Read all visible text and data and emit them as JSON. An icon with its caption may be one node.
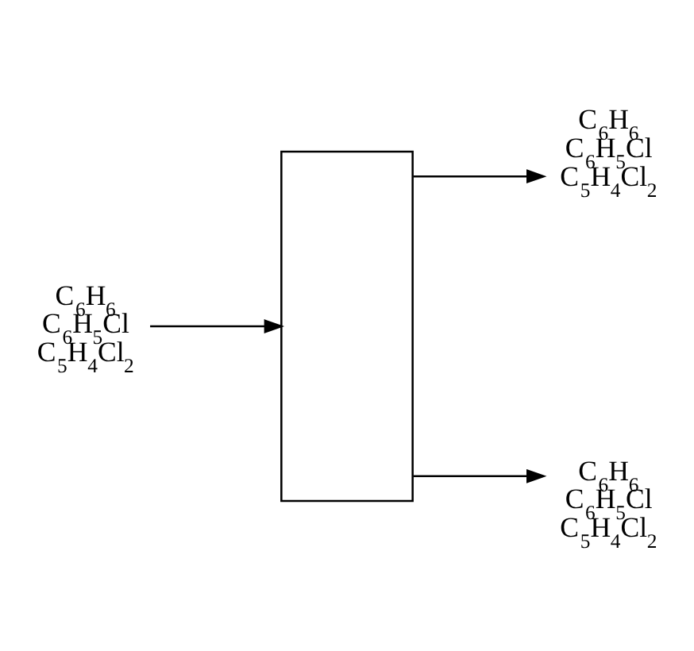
{
  "diagram": {
    "nodes": [
      {
        "text": [
          "C$_{6}$H$_{6}$",
          "C$_{6}$H$_{5}$Cl",
          "C$_{5}$H$_{4}$Cl$_{2}$"
        ]
      },
      {
        "text": [],
        "shape": "box"
      },
      {
        "text": [
          "C$_{6}$H$_{6}$",
          "C$_{6}$H$_{5}$Cl",
          "C$_{5}$H$_{4}$Cl$_{2}$"
        ]
      },
      {
        "text": [
          "C$_{6}$H$_{6}$",
          "C$_{6}$H$_{5}$Cl",
          "C$_{5}$H$_{4}$Cl$_{2}$"
        ]
      }
    ],
    "edges": [
      {
        "from": 0,
        "to": 1,
        "arrow": "to"
      },
      {
        "from": 1,
        "to": 2,
        "arrow": "to"
      },
      {
        "from": 1,
        "to": 3,
        "arrow": "to"
      }
    ]
  }
}
